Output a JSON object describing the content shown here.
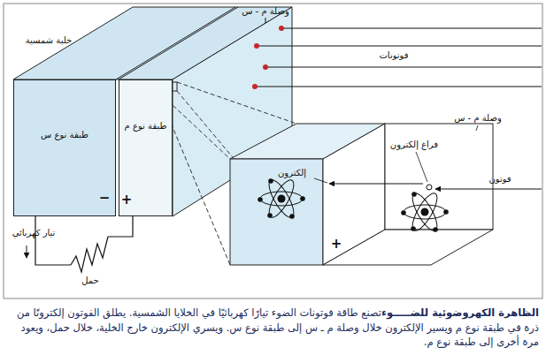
{
  "diagram": {
    "title": "الظاهرة الكهروضوئية للضـــــوء",
    "caption": "تصنع طاقة فوتونات الضوء تيارًا كهربائيًا في الخلايا الشمسية. يطلق الفوتون إلكترونًا من ذرة في طبقة نوع م ويسير الإلكترون خلال وصلة م ـ س إلى طبقة نوع س. ويسري الإلكترون خارج الخلية، خلال حمل، ويعود مرة أخرى إلى طبقة نوع م.",
    "nodes": [
      {
        "text": [
          "طبقة نوع س"
        ]
      },
      {
        "text": [
          "طبقة نوع م"
        ]
      }
    ],
    "labels": [
      "خلية شمسية",
      "وصلة م - س",
      "فوتونات",
      "تيار كهربائي",
      "حمل",
      "−",
      "+",
      "إلكترون",
      "فراغ إلكترون",
      "وصلة م - س",
      "فوتون",
      "+"
    ]
  }
}
